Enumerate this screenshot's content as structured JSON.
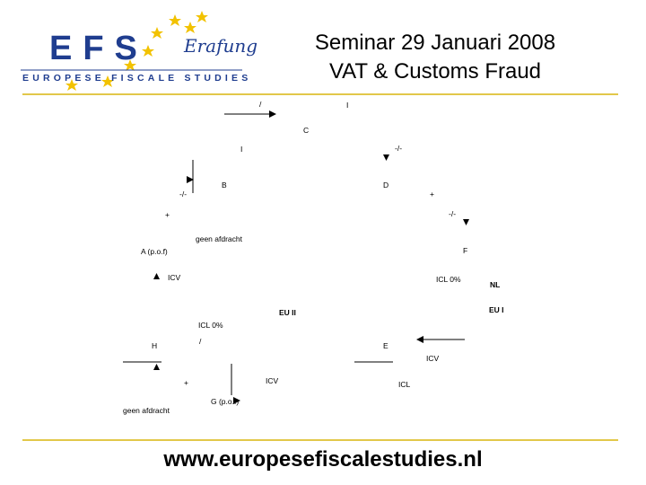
{
  "logo": {
    "letters": "EFS",
    "subtitle": "EUROPESE FISCALE STUDIES",
    "signature": "Erafung",
    "colors": {
      "brand_blue": "#1f3d8f",
      "star_gold": "#f2c200"
    }
  },
  "header": {
    "title_line1": "Seminar 29 Januari 2008",
    "title_line2": "VAT & Customs Fraud"
  },
  "diagram": {
    "nodes": {
      "c": "C",
      "b": "B",
      "d": "D",
      "a": "A (p.o.f)",
      "f": "F",
      "h": "H",
      "e": "E",
      "g": "G (p.o.f)"
    },
    "labels": {
      "slash_top": "/",
      "tick_top": "I",
      "tick_bc": "I",
      "minus_slash_cd": "-/-",
      "minus_slash_b": "-/-",
      "plus_d": "+",
      "plus_a": "+",
      "minus_slash_f": "-/-",
      "geen_afdracht_a": "geen afdracht",
      "icv_a": "ICV",
      "icl_f": "ICL 0%",
      "nl": "NL",
      "eu_i": "EU I",
      "eu_ii": "EU II",
      "icl_h": "ICL 0%",
      "slash_h": "/",
      "icv_e": "ICV",
      "plus_g": "+",
      "icv_g": "ICV",
      "icl_e": "ICL",
      "geen_afdracht_h": "geen afdracht"
    }
  },
  "footer": {
    "url": "www.europesefiscalestudies.nl"
  }
}
